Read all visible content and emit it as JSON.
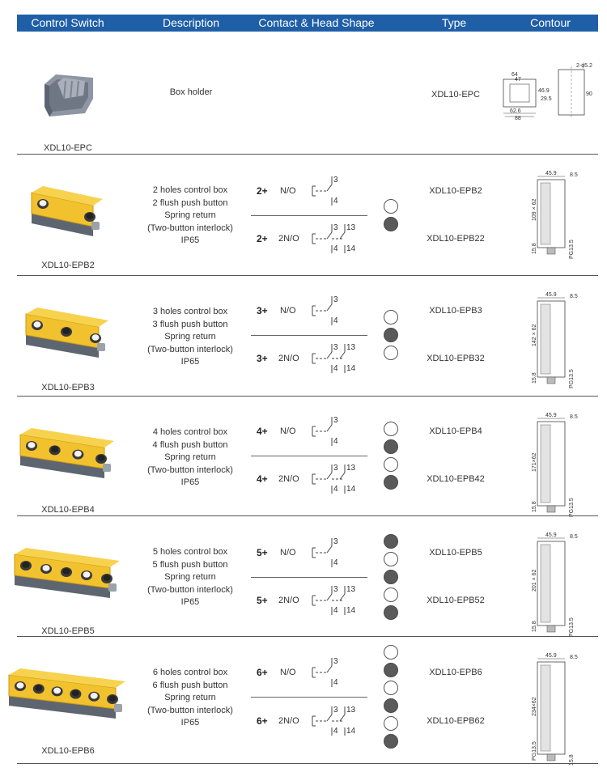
{
  "header": {
    "col_switch": "Control Switch",
    "col_description": "Description",
    "col_contact": "Contact & Head Shape",
    "col_type": "Type",
    "col_contour": "Contour"
  },
  "rows": [
    {
      "name": "XDL10-EPC",
      "description": [
        "Box holder"
      ],
      "types": [
        "XDL10-EPC"
      ],
      "contour_dims": [
        "2-ϕ5.2",
        "64",
        "47",
        "46.9",
        "62.6",
        "88",
        "29.5",
        "90"
      ]
    },
    {
      "name": "XDL10-EPB2",
      "description": [
        "2 holes control box",
        "2 flush push button",
        "Spring return",
        "(Two-button interlock)",
        "IP65"
      ],
      "contacts": [
        {
          "count": "2+",
          "label": "N/O",
          "terminals": [
            "3",
            "4"
          ]
        },
        {
          "count": "2+",
          "label": "2N/O",
          "terminals": [
            "3",
            "13",
            "4",
            "14"
          ]
        }
      ],
      "buttons": [
        "white",
        "dark"
      ],
      "types": [
        "XDL10-EPB2",
        "XDL10-EPB22"
      ],
      "contour_dims": [
        "45.9",
        "8.5",
        "109 × 62",
        "15.8",
        "PG13.5"
      ]
    },
    {
      "name": "XDL10-EPB3",
      "description": [
        "3 holes control box",
        "3 flush push button",
        "Spring return",
        "(Two-button interlock)",
        "IP65"
      ],
      "contacts": [
        {
          "count": "3+",
          "label": "N/O",
          "terminals": [
            "3",
            "4"
          ]
        },
        {
          "count": "3+",
          "label": "2N/O",
          "terminals": [
            "3",
            "13",
            "4",
            "14"
          ]
        }
      ],
      "buttons": [
        "white",
        "dark",
        "white"
      ],
      "types": [
        "XDL10-EPB3",
        "XDL10-EPB32"
      ],
      "contour_dims": [
        "45.9",
        "8.5",
        "142 × 62",
        "15.8",
        "PG13.5"
      ]
    },
    {
      "name": "XDL10-EPB4",
      "description": [
        "4 holes control box",
        "4 flush push button",
        "Spring return",
        "(Two-button interlock)",
        "IP65"
      ],
      "contacts": [
        {
          "count": "4+",
          "label": "N/O",
          "terminals": [
            "3",
            "4"
          ]
        },
        {
          "count": "4+",
          "label": "2N/O",
          "terminals": [
            "3",
            "13",
            "4",
            "14"
          ]
        }
      ],
      "buttons": [
        "white",
        "dark",
        "white",
        "dark"
      ],
      "types": [
        "XDL10-EPB4",
        "XDL10-EPB42"
      ],
      "contour_dims": [
        "45.9",
        "8.5",
        "171×62",
        "15.8",
        "PG13.5"
      ]
    },
    {
      "name": "XDL10-EPB5",
      "description": [
        "5 holes control box",
        "5 flush push button",
        "Spring return",
        "(Two-button interlock)",
        "IP65"
      ],
      "contacts": [
        {
          "count": "5+",
          "label": "N/O",
          "terminals": [
            "3",
            "4"
          ]
        },
        {
          "count": "5+",
          "label": "2N/O",
          "terminals": [
            "3",
            "13",
            "4",
            "14"
          ]
        }
      ],
      "buttons": [
        "dark",
        "white",
        "dark",
        "white",
        "dark"
      ],
      "types": [
        "XDL10-EPB5",
        "XDL10-EPB52"
      ],
      "contour_dims": [
        "45.9",
        "8.5",
        "201 × 62",
        "15.8",
        "PG13.5"
      ]
    },
    {
      "name": "XDL10-EPB6",
      "description": [
        "6 holes control box",
        "6 flush push button",
        "Spring return",
        "(Two-button interlock)",
        "IP65"
      ],
      "contacts": [
        {
          "count": "6+",
          "label": "N/O",
          "terminals": [
            "3",
            "4"
          ]
        },
        {
          "count": "6+",
          "label": "2N/O",
          "terminals": [
            "3",
            "13",
            "4",
            "14"
          ]
        }
      ],
      "buttons": [
        "white",
        "dark",
        "white",
        "dark",
        "white",
        "dark"
      ],
      "types": [
        "XDL10-EPB6",
        "XDL10-EPB62"
      ],
      "contour_dims": [
        "45.9",
        "8.5",
        "234×62",
        "PG13.5",
        "15.8"
      ]
    }
  ],
  "colors": {
    "header_bg": "#1f5fa8",
    "header_text": "#ffffff",
    "box_yellow": "#f2c12e",
    "box_grey": "#5d6670",
    "button_dark": "#5a5a5a"
  }
}
